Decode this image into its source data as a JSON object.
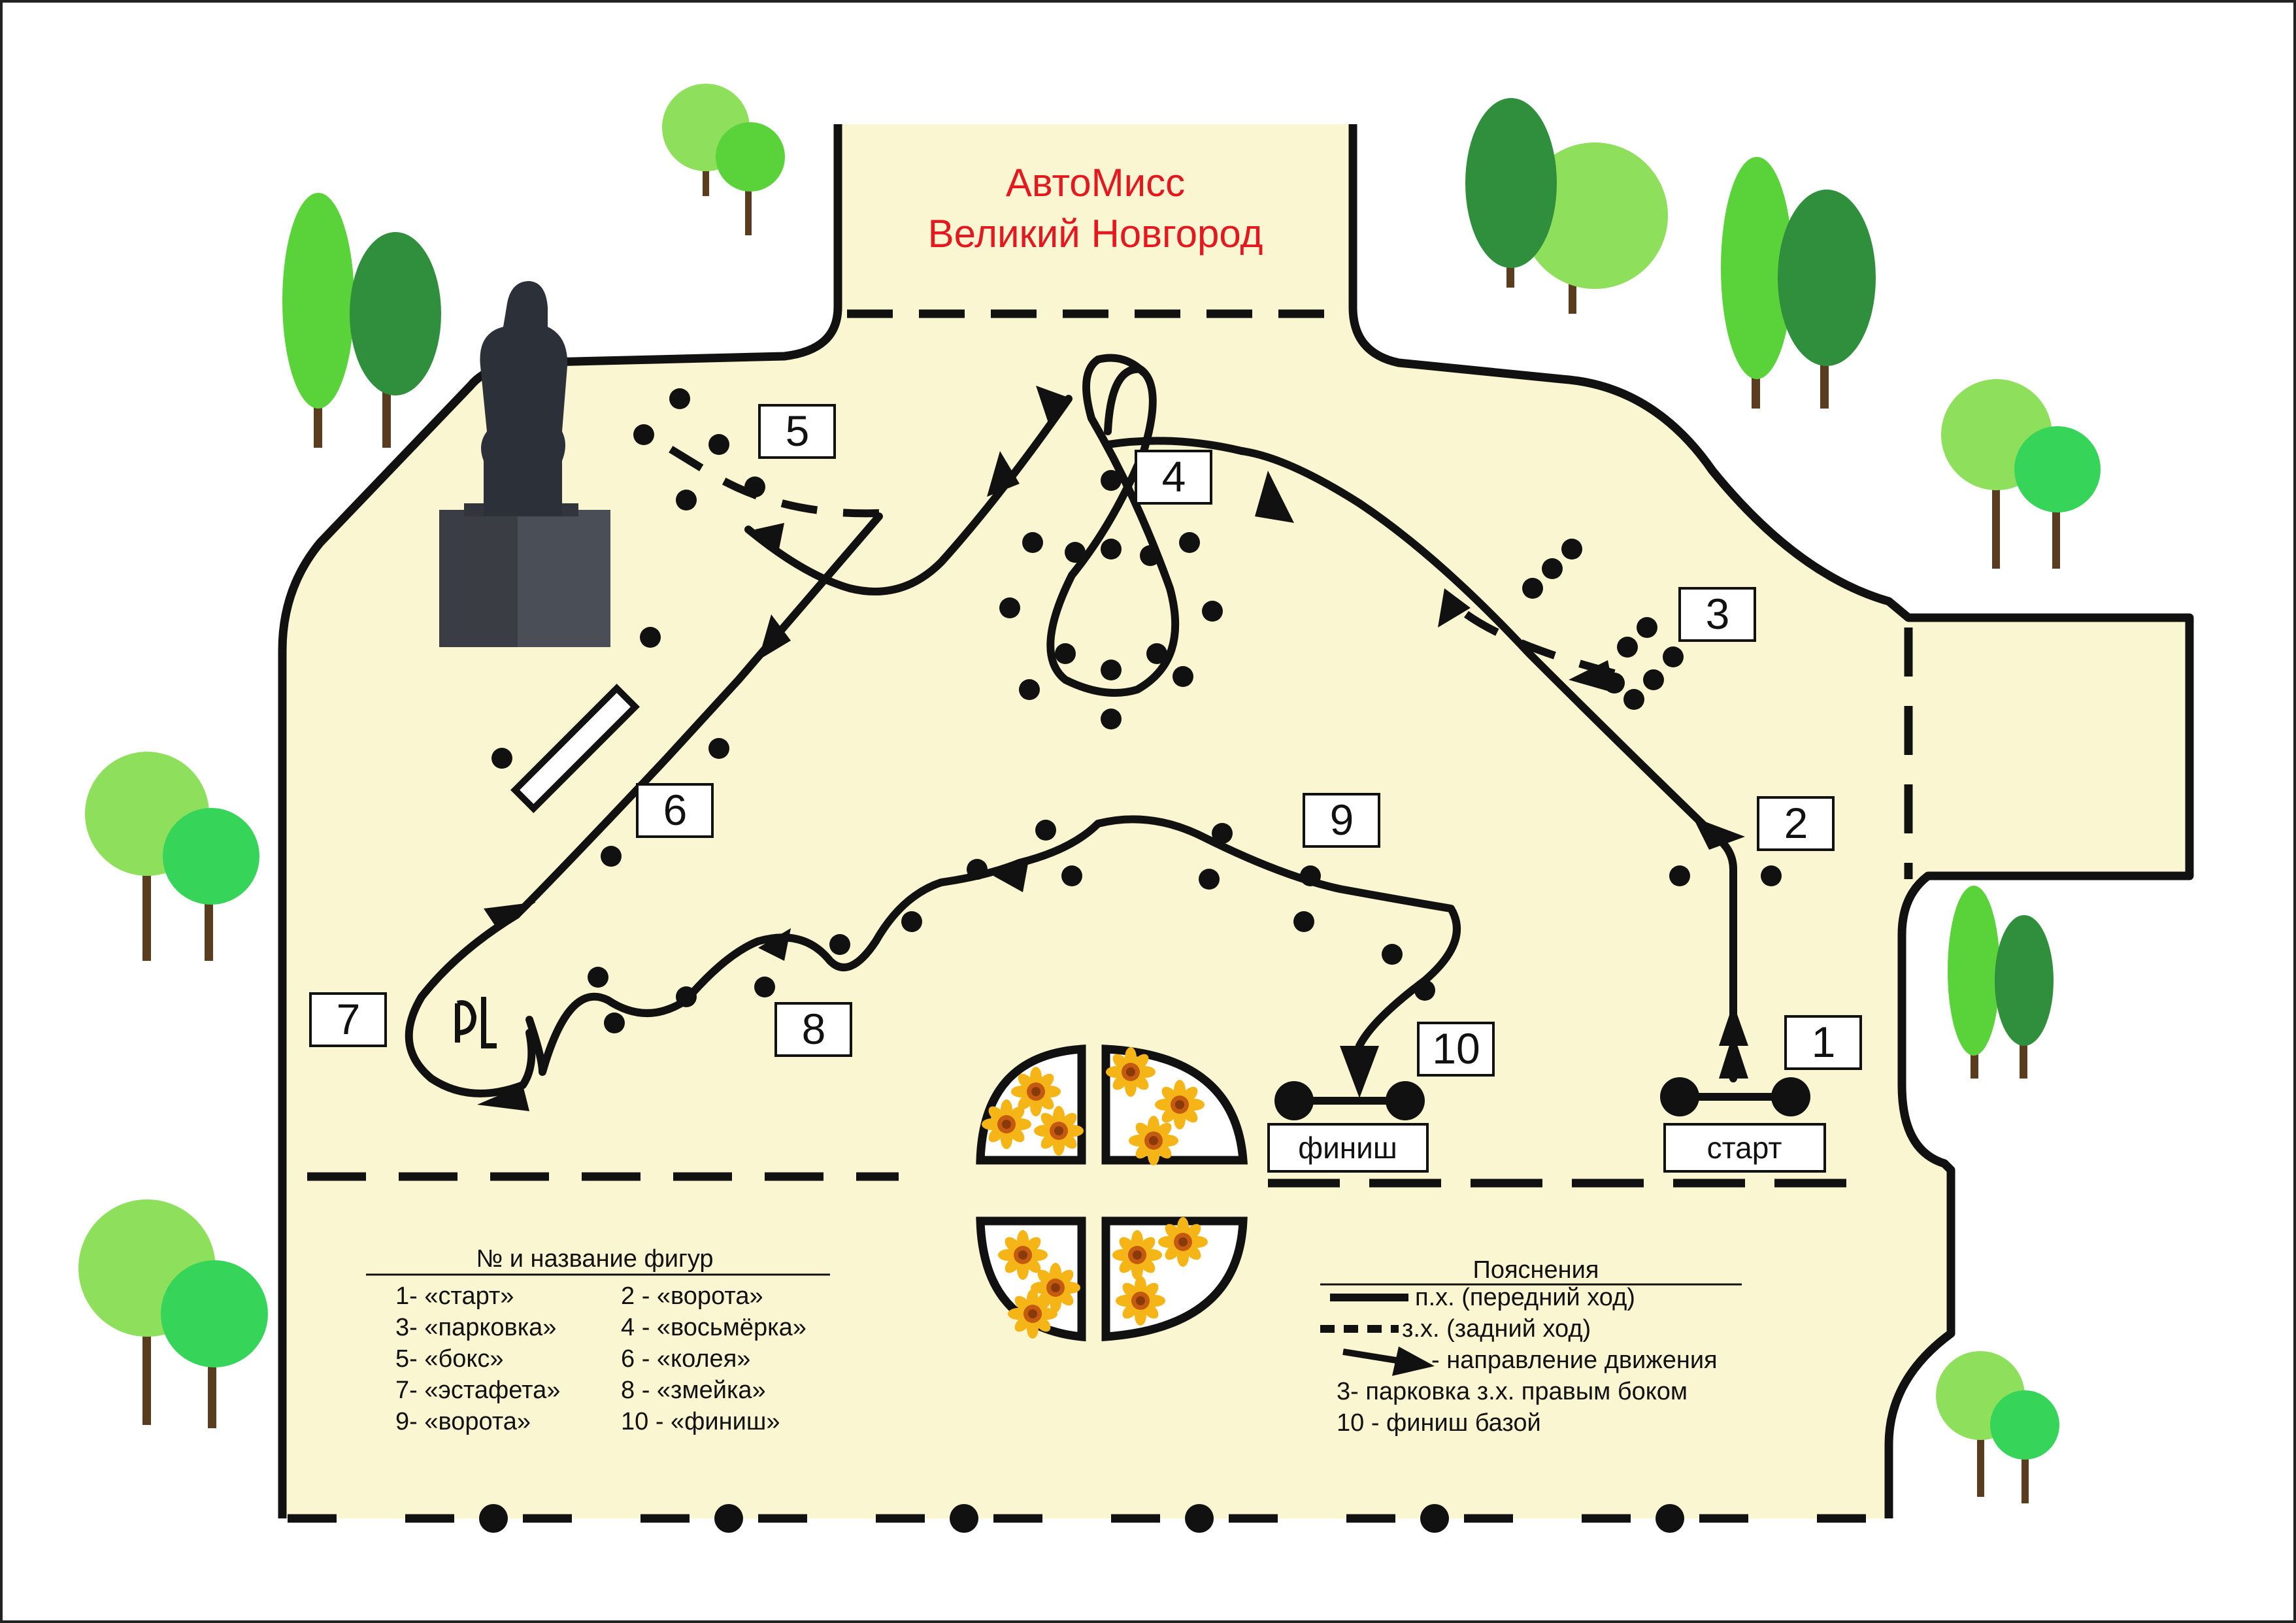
{
  "title": {
    "line1": "АвтоМисс",
    "line2": "Великий Новгород"
  },
  "figure_numbers": {
    "start": "1",
    "gates": "2",
    "parking": "3",
    "eight": "4",
    "box": "5",
    "rut": "6",
    "relay": "7",
    "snake": "8",
    "gates2": "9",
    "finish": "10"
  },
  "labels": {
    "start": "старт",
    "finish": "финиш"
  },
  "figures_legend": {
    "heading": "№ и название фигур",
    "items": [
      "1- «старт»",
      "2 - «ворота»",
      "3- «парковка»",
      "4 - «восьмёрка»",
      "5- «бокс»",
      "6 - «колея»",
      "7- «эстафета»",
      "8 - «змейка»",
      "9- «ворота»",
      "10 - «финиш»"
    ]
  },
  "notes_legend": {
    "heading": "Пояснения",
    "items": [
      "п.х. (передний ход)",
      "з.х. (задний ход)",
      "- направление движения",
      "3- парковка з.х. правым боком",
      "10 - финиш базой"
    ]
  },
  "colors": {
    "ground": "#fbf6d2",
    "outline": "#111111",
    "title": "#e3191f",
    "tree_light": "#8ee05c",
    "tree_mid": "#5ad23a",
    "tree_dark": "#2f8f3c",
    "trunk": "#5a3d1e",
    "flower": "#f2a20c"
  },
  "icons": {
    "monument": "statue-icon",
    "flowerbed": "flowerbed-icon",
    "tree": "tree-icon"
  }
}
